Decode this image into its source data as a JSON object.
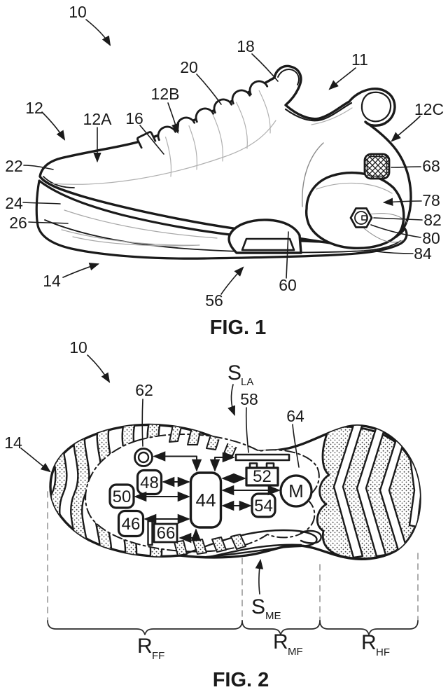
{
  "figure1": {
    "caption": "FIG. 1",
    "labels": {
      "n10": "10",
      "n11": "11",
      "n12": "12",
      "n12a": "12A",
      "n12b": "12B",
      "n12c": "12C",
      "n14": "14",
      "n16": "16",
      "n18": "18",
      "n20": "20",
      "n22": "22",
      "n24": "24",
      "n26": "26",
      "n56": "56",
      "n60": "60",
      "n68": "68",
      "n78": "78",
      "n80": "80",
      "n82": "82",
      "n84": "84"
    }
  },
  "figure2": {
    "caption": "FIG. 2",
    "labels": {
      "n10": "10",
      "n14": "14",
      "n58": "58",
      "n62": "62",
      "n64": "64"
    },
    "components": {
      "n44": "44",
      "n46": "46",
      "n48": "48",
      "n50": "50",
      "n52": "52",
      "n54": "54",
      "n66": "66",
      "motor": "M"
    },
    "sensors": {
      "lateral_main": "S",
      "lateral_sub": "LA",
      "medial_main": "S",
      "medial_sub": "ME"
    },
    "regions": {
      "forefoot_main": "R",
      "forefoot_sub": "FF",
      "midfoot_main": "R",
      "midfoot_sub": "MF",
      "heel_main": "R",
      "heel_sub": "HF"
    }
  },
  "colors": {
    "ink": "#1a1a1a",
    "background": "#ffffff"
  }
}
